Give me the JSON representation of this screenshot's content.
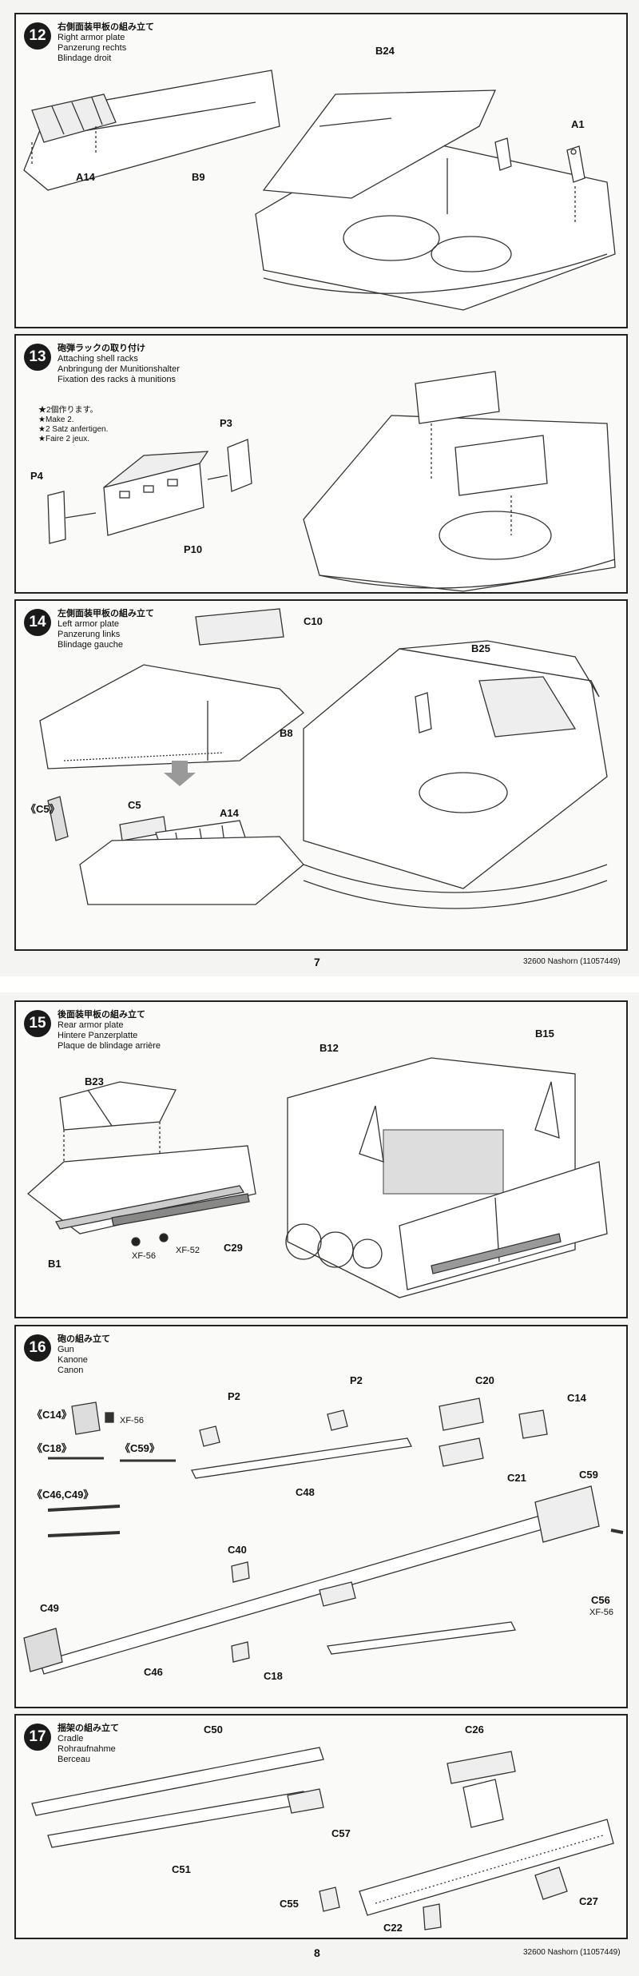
{
  "steps": [
    {
      "number": "12",
      "titles": [
        "右側面装甲板の組み立て",
        "Right armor plate",
        "Panzerung rechts",
        "Blindage droit"
      ],
      "parts": [
        "B24",
        "A1",
        "A14",
        "B9"
      ]
    },
    {
      "number": "13",
      "titles": [
        "砲弾ラックの取り付け",
        "Attaching shell racks",
        "Anbringung der Munitionshalter",
        "Fixation des racks à munitions"
      ],
      "notes": [
        "★2個作ります。",
        "★Make 2.",
        "★2 Satz anfertigen.",
        "★Faire 2 jeux."
      ],
      "parts": [
        "P3",
        "P4",
        "P10"
      ]
    },
    {
      "number": "14",
      "titles": [
        "左側面装甲板の組み立て",
        "Left armor plate",
        "Panzerung links",
        "Blindage gauche"
      ],
      "parts": [
        "C10",
        "B8",
        "B25",
        "《C5》",
        "C5",
        "A14"
      ]
    },
    {
      "number": "15",
      "titles": [
        "後面装甲板の組み立て",
        "Rear armor plate",
        "Hintere Panzerplatte",
        "Plaque de blindage arrière"
      ],
      "parts": [
        "B12",
        "B15",
        "B23",
        "B1",
        "C29",
        "XF-56",
        "XF-52"
      ]
    },
    {
      "number": "16",
      "titles": [
        "砲の組み立て",
        "Gun",
        "Kanone",
        "Canon"
      ],
      "parts": [
        "P2",
        "P2",
        "C20",
        "C14",
        "《C14》",
        "XF-56",
        "《C18》",
        "《C59》",
        "C48",
        "C21",
        "《C46,C49》",
        "C59",
        "C40",
        "C49",
        "C56",
        "XF-56",
        "C46",
        "C18"
      ]
    },
    {
      "number": "17",
      "titles": [
        "揺架の組み立て",
        "Cradle",
        "Rohraufnahme",
        "Berceau"
      ],
      "parts": [
        "C50",
        "C26",
        "C57",
        "C51",
        "C55",
        "C22",
        "C27"
      ]
    }
  ],
  "page7": {
    "number": "7",
    "code": "32600 Nashorn (11057449)"
  },
  "page8": {
    "number": "8",
    "code": "32600 Nashorn (11057449)"
  }
}
